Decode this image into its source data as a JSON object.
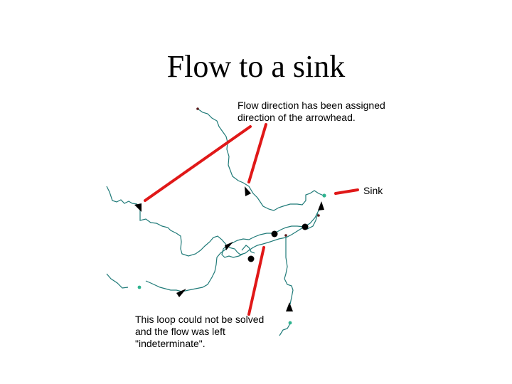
{
  "title": "Flow to a sink",
  "annotations": {
    "top": {
      "line1": "Flow direction has been assigned",
      "line2": "direction of the arrowhead."
    },
    "sink": "Sink",
    "bottom": {
      "line1": "This loop could not be solved",
      "line2": "and the flow was left",
      "line3": "\"indeterminate\"."
    }
  },
  "colors": {
    "stream": "#1f7a78",
    "pointer": "#e01818",
    "arrowhead": "#000000",
    "sink_node": "#2fb38f"
  }
}
